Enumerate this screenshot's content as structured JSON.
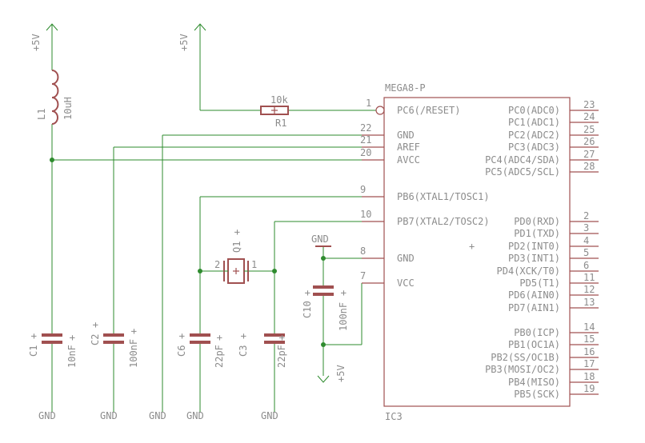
{
  "chip": {
    "name": "MEGA8-P",
    "ref": "IC3",
    "left_pins": [
      {
        "num": "1",
        "label": "PC6(/RESET)"
      },
      {
        "num": "22",
        "label": "GND"
      },
      {
        "num": "21",
        "label": "AREF"
      },
      {
        "num": "20",
        "label": "AVCC"
      },
      {
        "num": "9",
        "label": "PB6(XTAL1/TOSC1)"
      },
      {
        "num": "10",
        "label": "PB7(XTAL2/TOSC2)"
      },
      {
        "num": "8",
        "label": "GND"
      },
      {
        "num": "7",
        "label": "VCC"
      }
    ],
    "right_pins": [
      {
        "num": "23",
        "label": "PC0(ADC0)"
      },
      {
        "num": "24",
        "label": "PC1(ADC1)"
      },
      {
        "num": "25",
        "label": "PC2(ADC2)"
      },
      {
        "num": "26",
        "label": "PC3(ADC3)"
      },
      {
        "num": "27",
        "label": "PC4(ADC4/SDA)"
      },
      {
        "num": "28",
        "label": "PC5(ADC5/SCL)"
      },
      {
        "num": "2",
        "label": "PD0(RXD)"
      },
      {
        "num": "3",
        "label": "PD1(TXD)"
      },
      {
        "num": "4",
        "label": "PD2(INT0)"
      },
      {
        "num": "5",
        "label": "PD3(INT1)"
      },
      {
        "num": "6",
        "label": "PD4(XCK/T0)"
      },
      {
        "num": "11",
        "label": "PD5(T1)"
      },
      {
        "num": "12",
        "label": "PD6(AIN0)"
      },
      {
        "num": "13",
        "label": "PD7(AIN1)"
      },
      {
        "num": "14",
        "label": "PB0(ICP)"
      },
      {
        "num": "15",
        "label": "PB1(OC1A)"
      },
      {
        "num": "16",
        "label": "PB2(SS/OC1B)"
      },
      {
        "num": "17",
        "label": "PB3(MOSI/OC2)"
      },
      {
        "num": "18",
        "label": "PB4(MISO)"
      },
      {
        "num": "19",
        "label": "PB5(SCK)"
      }
    ]
  },
  "components": {
    "l1": {
      "name": "L1",
      "value": "10uH"
    },
    "r1": {
      "name": "R1",
      "value": "10k"
    },
    "q1": {
      "name": "Q1",
      "pin1": "1",
      "pin2": "2"
    },
    "c1": {
      "name": "C1",
      "value": "10nF"
    },
    "c2": {
      "name": "C2",
      "value": "100nF"
    },
    "c6": {
      "name": "C6",
      "value": "22pF"
    },
    "c3": {
      "name": "C3",
      "value": "22pF"
    },
    "c10": {
      "name": "C10",
      "value": "100nF"
    }
  },
  "supplies": {
    "vcc_label": "+5V",
    "gnd_label": "GND",
    "plus": "+"
  }
}
